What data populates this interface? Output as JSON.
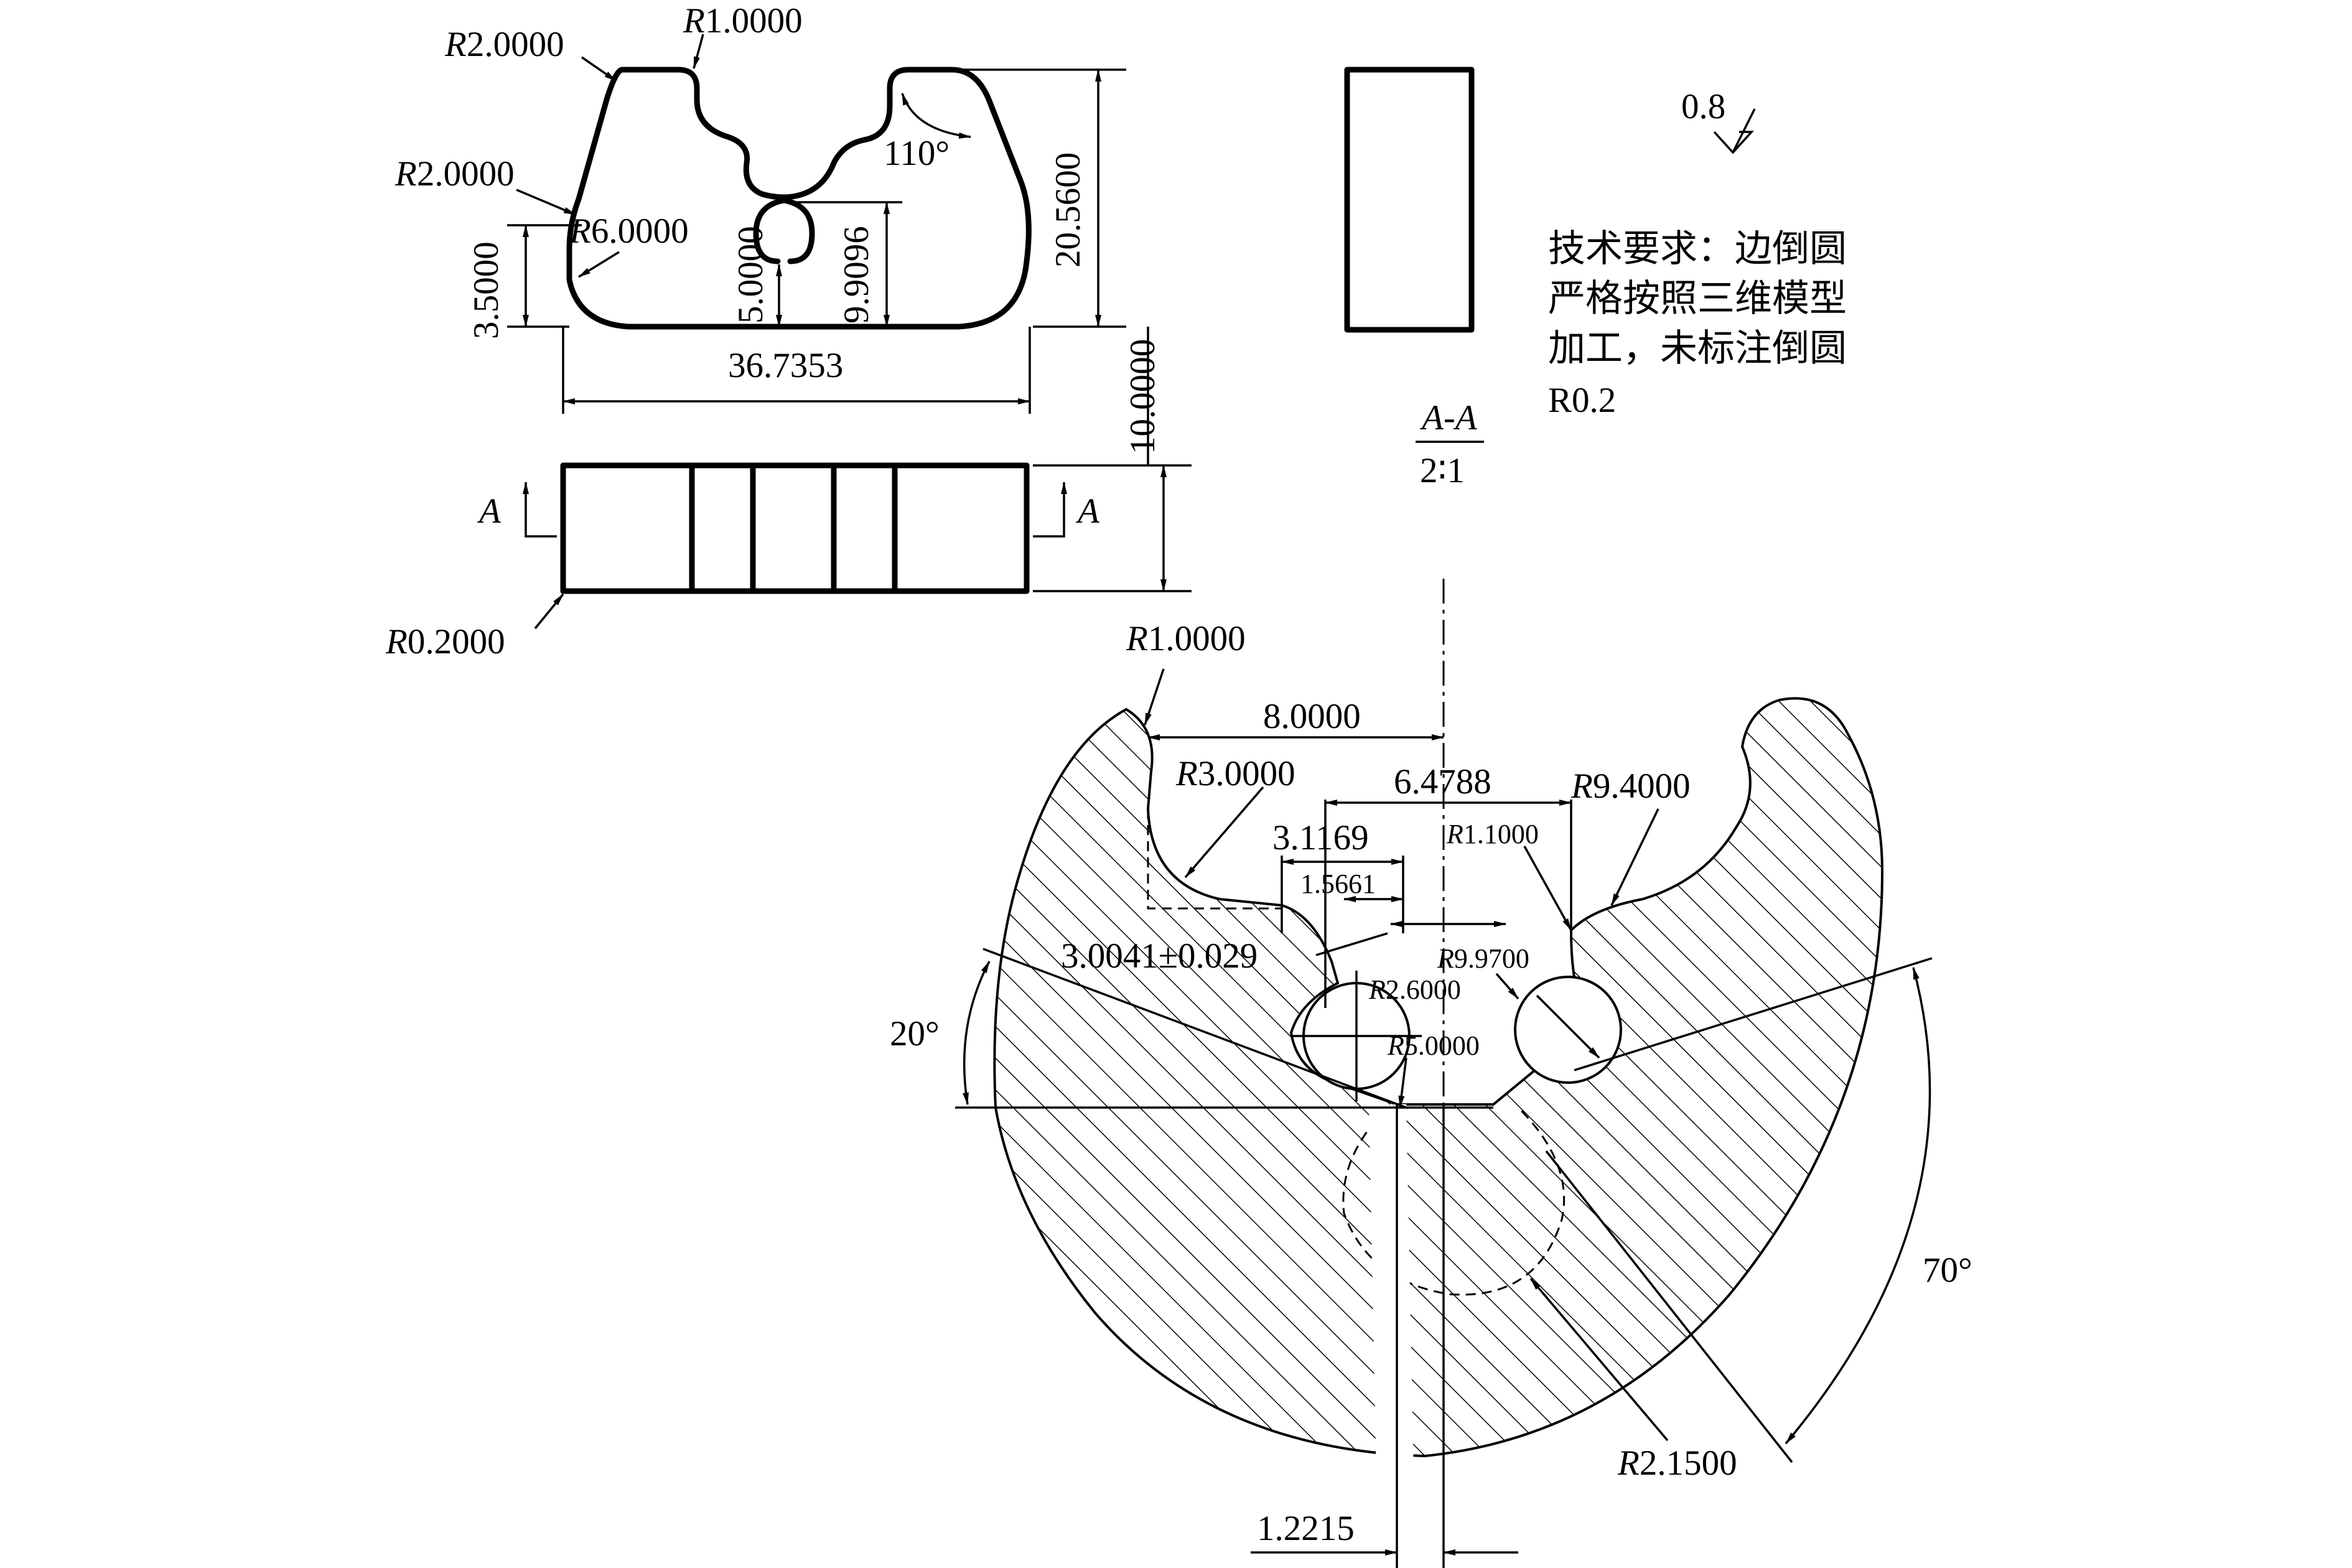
{
  "top_view": {
    "r_left_top": "R2.0000",
    "r_notch_top": "R1.0000",
    "r_left_mid": "R2.0000",
    "r_left_low": "R6.0000",
    "dim_height_left": "3.5000",
    "dim_slot_depth": "5.0000",
    "dim_slot_height": "9.9096",
    "dim_total_height": "20.5600",
    "angle_right": "110°",
    "dim_width": "36.7353"
  },
  "side_view": {
    "section_left": "A",
    "section_right": "A",
    "dim_thickness": "10.0000",
    "r_edge": "R0.2000"
  },
  "section_label": {
    "name": "A-A",
    "scale": "2∶1"
  },
  "surface_roughness": "0.8",
  "tech_requirements": [
    "技术要求：边倒圆",
    "严格按照三维模型",
    "加工，未标注倒圆",
    "R0.2"
  ],
  "detail_view": {
    "r_top_left": "R1.0000",
    "dim_8": "8.0000",
    "r_3": "R3.0000",
    "dim_6_4788": "6.4788",
    "r_9_4": "R9.4000",
    "dim_3_1169": "3.1169",
    "r_1_1": "R1.1000",
    "dim_1_5661": "1.5661",
    "dim_tol": "3.0041±0.029",
    "r_9_97": "R9.9700",
    "r_2_6": "R2.6000",
    "r_5": "R5.0000",
    "angle_20": "20°",
    "angle_70": "70°",
    "r_2_15": "R2.1500",
    "dim_1_2215": "1.2215"
  }
}
